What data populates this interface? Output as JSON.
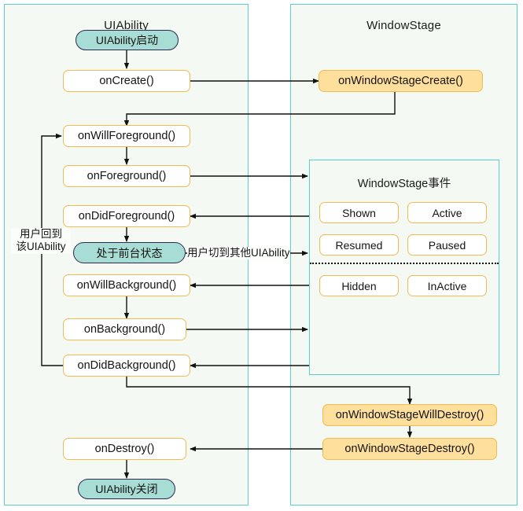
{
  "diagram": {
    "title_ability": "UIAbility",
    "title_windowstage": "WindowStage",
    "events_title": "WindowStage事件"
  },
  "ability_column": {
    "start_node": "UIAbility启动",
    "on_create": "onCreate()",
    "on_will_foreground": "onWillForeground()",
    "on_foreground": "onForeground()",
    "on_did_foreground": "onDidForeground()",
    "foreground_state": "处于前台状态",
    "on_will_background": "onWillBackground()",
    "on_background": "onBackground()",
    "on_did_background": "onDidBackground()",
    "on_destroy": "onDestroy()",
    "end_node": "UIAbility关闭"
  },
  "windowstage_column": {
    "on_window_stage_create": "onWindowStageCreate()",
    "on_window_stage_will_destroy": "onWindowStageWillDestroy()",
    "on_window_stage_destroy": "onWindowStageDestroy()"
  },
  "events": {
    "foreground": [
      {
        "left": "Shown",
        "right": "Active"
      },
      {
        "left": "Resumed",
        "right": "Paused"
      }
    ],
    "background": [
      {
        "left": "Hidden",
        "right": "InActive"
      }
    ]
  },
  "edge_labels": {
    "return_to_ability_line1": "用户回到",
    "return_to_ability_line2": "该UIAbility",
    "switch_to_other_ability": "用户切到其他UIAbility"
  },
  "colors": {
    "panel_bg": "#f4faf3",
    "panel_border": "#5ad0c8",
    "node_amber_fill": "#fedf9c",
    "node_border_amber": "#f0bb53",
    "node_teal_fill": "#a8ddd5",
    "node_teal_border": "#2b2b52",
    "wire": "#111111",
    "page_bg": "#ffffff"
  }
}
